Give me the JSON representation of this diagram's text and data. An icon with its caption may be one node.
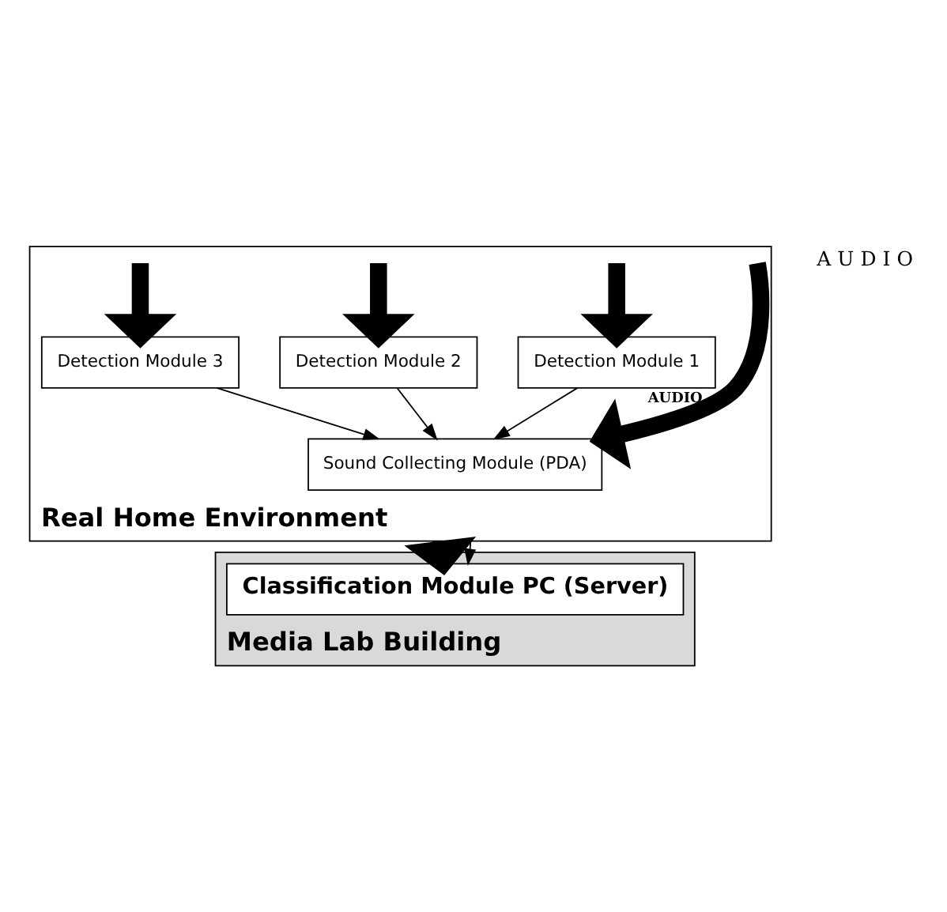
{
  "diagram": {
    "nodes": [
      {
        "text": [
          "Real Home Environment"
        ]
      },
      {
        "text": [
          "Detection Module 1"
        ],
        "in": 0
      },
      {
        "text": [
          "Detection Module 2"
        ],
        "in": 0
      },
      {
        "text": [
          "Detection Module 3"
        ],
        "in": 0
      },
      {
        "text": [
          "Sound Collecting Module (PDA)"
        ],
        "in": 0
      },
      {
        "text": [
          "Media Lab Building"
        ]
      },
      {
        "text": [
          "Classification Module PC (Server)"
        ],
        "in": 5
      }
    ],
    "edges": [
      {
        "from": null,
        "to": 4,
        "arrow": "to",
        "label": "AUDIO",
        "style": "thick"
      },
      {
        "from": null,
        "to": 1,
        "arrow": "to",
        "style": "thick"
      },
      {
        "from": null,
        "to": 2,
        "arrow": "to",
        "style": "thick"
      },
      {
        "from": null,
        "to": 3,
        "arrow": "to",
        "style": "thick"
      },
      {
        "from": 1,
        "to": 4,
        "arrow": "to"
      },
      {
        "from": 2,
        "to": 4,
        "arrow": "to"
      },
      {
        "from": 3,
        "to": 4,
        "arrow": "to"
      },
      {
        "from": 0,
        "to": 6,
        "arrow": "to",
        "style": "thick"
      },
      {
        "from": 0,
        "to": 6,
        "arrow": "to"
      }
    ],
    "labels": [
      "A U D I O"
    ]
  }
}
